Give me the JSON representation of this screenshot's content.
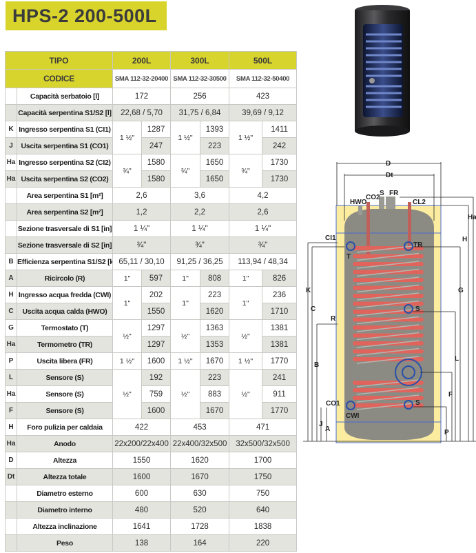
{
  "title": "HPS-2 200-500L",
  "header": {
    "tipo": "TIPO",
    "models": [
      "200L",
      "300L",
      "500L"
    ],
    "codice_label": "CODICE",
    "codes": [
      "SMA 112-32-20400",
      "SMA 112-32-30500",
      "SMA 112-32-50400"
    ]
  },
  "rows": [
    {
      "letter": "",
      "label": "Capacità serbatoio [l]",
      "vals": [
        "172",
        "256",
        "423"
      ]
    },
    {
      "letter": "",
      "label": "Capacità serpentina S1/S2 [l]",
      "vals": [
        "22,68 / 5,70",
        "31,75 / 6,84",
        "39,69 / 9,12"
      ]
    },
    {
      "letter": "K",
      "label": "Ingresso serpentina S1 (CI1)",
      "fit": [
        "1 ½\"",
        "1 ½\"",
        "1 ½\""
      ],
      "fit_rows": 2,
      "nums": [
        "1287",
        "1393",
        "1411"
      ]
    },
    {
      "letter": "J",
      "label": "Uscita serpentina S1 (CO1)",
      "nums": [
        "247",
        "223",
        "242"
      ]
    },
    {
      "letter": "Ha",
      "label": "Ingresso serpentina S2 (CI2)",
      "fit": [
        "¾\"",
        "¾\"",
        "¾\""
      ],
      "fit_rows": 2,
      "nums": [
        "1580",
        "1650",
        "1730"
      ]
    },
    {
      "letter": "Ha",
      "label": "Uscita serpentina S2 (CO2)",
      "nums": [
        "1580",
        "1650",
        "1730"
      ]
    },
    {
      "letter": "",
      "label": "Area serpentina S1 [m²]",
      "vals": [
        "2,6",
        "3,6",
        "4,2"
      ]
    },
    {
      "letter": "",
      "label": "Area serpentina S2 [m²]",
      "vals": [
        "1,2",
        "2,2",
        "2,6"
      ]
    },
    {
      "letter": "",
      "label": "Sezione trasversale di S1 [in]",
      "vals": [
        "1 ¼\"",
        "1 ¼\"",
        "1 ¼\""
      ]
    },
    {
      "letter": "",
      "label": "Sezione trasversale di S2 [in]",
      "vals": [
        "¾\"",
        "¾\"",
        "¾\""
      ]
    },
    {
      "letter": "B",
      "label": "Efficienza serpentina S1/S2 [kw]",
      "vals": [
        "65,11 / 30,10",
        "91,25 / 36,25",
        "113,94 / 48,34"
      ]
    },
    {
      "letter": "A",
      "label": "Ricircolo (R)",
      "fit": [
        "1\"",
        "1\"",
        "1\""
      ],
      "fit_rows": 1,
      "nums": [
        "597",
        "808",
        "826"
      ]
    },
    {
      "letter": "H",
      "label": "Ingresso acqua fredda (CWI)",
      "fit": [
        "1\"",
        "1\"",
        "1\""
      ],
      "fit_rows": 2,
      "nums": [
        "202",
        "223",
        "236"
      ]
    },
    {
      "letter": "C",
      "label": "Uscita acqua calda (HWO)",
      "nums": [
        "1550",
        "1620",
        "1710"
      ]
    },
    {
      "letter": "G",
      "label": "Termostato (T)",
      "fit": [
        "½\"",
        "½\"",
        "½\""
      ],
      "fit_rows": 2,
      "nums": [
        "1297",
        "1363",
        "1381"
      ]
    },
    {
      "letter": "Ha",
      "label": "Termometro (TR)",
      "nums": [
        "1297",
        "1353",
        "1381"
      ]
    },
    {
      "letter": "P",
      "label": "Uscita libera (FR)",
      "fit": [
        "1 ½\"",
        "1 ½\"",
        "1 ½\""
      ],
      "fit_rows": 1,
      "nums": [
        "1600",
        "1670",
        "1770"
      ]
    },
    {
      "letter": "L",
      "label": "Sensore (S)",
      "fit": [
        "½\"",
        "½\"",
        "½\""
      ],
      "fit_rows": 3,
      "nums": [
        "192",
        "223",
        "241"
      ]
    },
    {
      "letter": "Ha",
      "label": "Sensore (S)",
      "nums": [
        "759",
        "883",
        "911"
      ]
    },
    {
      "letter": "F",
      "label": "Sensore (S)",
      "nums": [
        "1600",
        "1670",
        "1770"
      ]
    },
    {
      "letter": "H",
      "label": "Foro pulizia per caldaia",
      "vals": [
        "422",
        "453",
        "471"
      ]
    },
    {
      "letter": "Ha",
      "label": "Anodo",
      "vals": [
        "22x200/22x400",
        "22x400/32x500",
        "32x500/32x500"
      ]
    },
    {
      "letter": "D",
      "label": "Altezza",
      "vals": [
        "1550",
        "1620",
        "1700"
      ]
    },
    {
      "letter": "Dt",
      "label": "Altezza totale",
      "vals": [
        "1600",
        "1670",
        "1750"
      ]
    },
    {
      "letter": "",
      "label": "Diametro esterno",
      "vals": [
        "600",
        "630",
        "750"
      ]
    },
    {
      "letter": "",
      "label": "Diametro interno",
      "vals": [
        "480",
        "520",
        "640"
      ]
    },
    {
      "letter": "",
      "label": "Altezza inclinazione",
      "vals": [
        "1641",
        "1728",
        "1838"
      ]
    },
    {
      "letter": "",
      "label": "Peso",
      "vals": [
        "138",
        "164",
        "220"
      ]
    }
  ],
  "diagram": {
    "labels": {
      "D": "D",
      "Dt": "Dt",
      "HWO": "HWO",
      "CO2": "CO2",
      "S_top": "S",
      "FR": "FR",
      "CL2": "CL2",
      "Ha": "Ha",
      "H": "H",
      "CI1": "CI1",
      "TR": "TR",
      "T": "T",
      "K": "K",
      "C": "C",
      "G": "G",
      "R": "R",
      "S_mid": "S",
      "B": "B",
      "L": "L",
      "F": "F",
      "CO1": "CO1",
      "CWI": "CWI",
      "S_low": "S",
      "J": "J",
      "A": "A",
      "P": "P"
    },
    "colors": {
      "insulation": "#fbeca0",
      "tank": "#8b8b84",
      "coil": "#e0645c",
      "fitting": "#2a4fa8"
    }
  }
}
